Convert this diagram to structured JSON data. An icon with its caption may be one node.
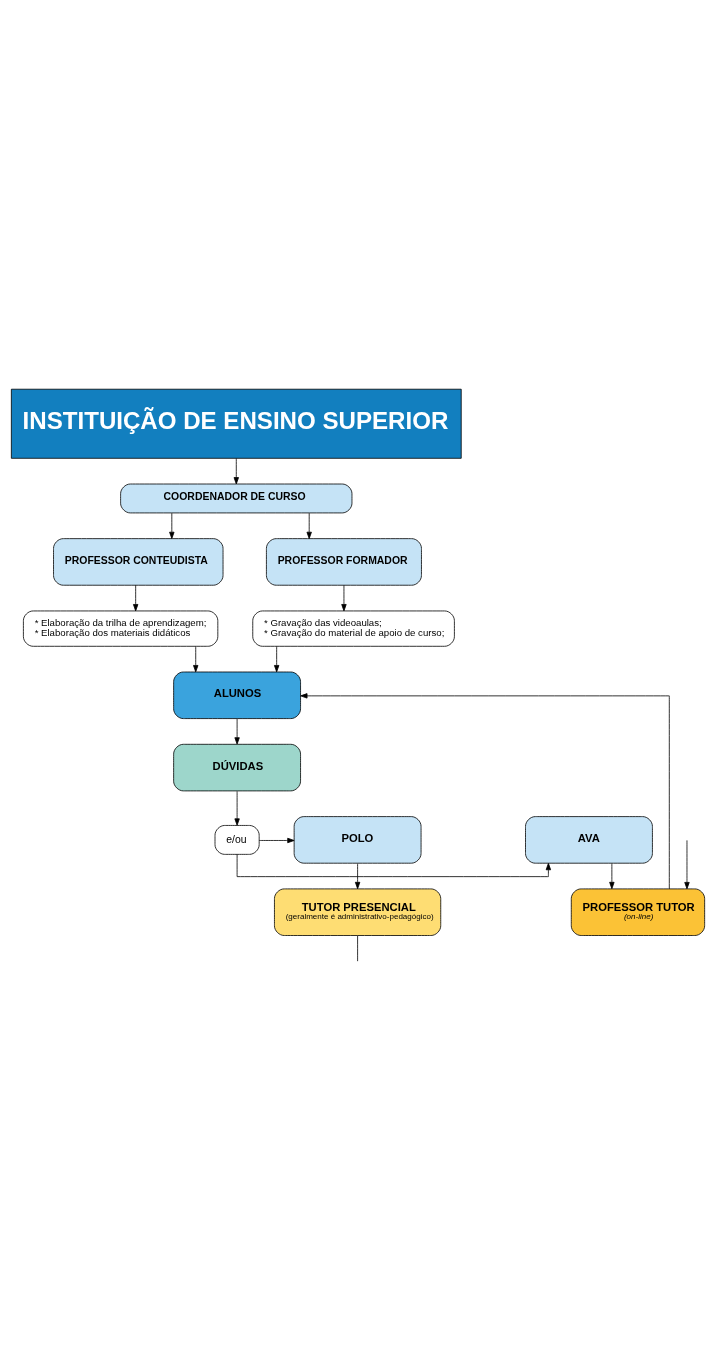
{
  "diagram": {
    "nodes": [
      {
        "text": [
          "INSTITUIÇÃO DE ENSINO SUPERIOR"
        ]
      },
      {
        "text": [
          "COORDENADOR DE CURSO"
        ]
      },
      {
        "text": [
          "PROFESSOR CONTEUDISTA"
        ]
      },
      {
        "text": [
          "PROFESSOR FORMADOR"
        ]
      },
      {
        "text": [
          "* Elaboração da trilha de aprendizagem;",
          "* Elaboração dos materiais didáticos"
        ]
      },
      {
        "text": [
          "* Gravação das videoaulas;",
          "* Gravação do material de apoio de curso;"
        ]
      },
      {
        "text": [
          "ALUNOS"
        ]
      },
      {
        "text": [
          "DÚVIDAS"
        ]
      },
      {
        "text": [
          "AVA"
        ]
      },
      {
        "text": [
          "e/ou"
        ]
      },
      {
        "text": [
          "POLO"
        ]
      },
      {
        "text": [
          "PROFESSOR TUTOR",
          "(on-line)"
        ]
      },
      {
        "text": [
          "TUTOR PRESENCIAL",
          "(geralmente é administrativo-pedagógico)"
        ]
      }
    ],
    "edges": [
      {
        "from": 0,
        "to": 1,
        "arrow": "to"
      },
      {
        "from": 1,
        "to": 2,
        "arrow": "to"
      },
      {
        "from": 1,
        "to": 3,
        "arrow": "to"
      },
      {
        "from": 2,
        "to": 4,
        "arrow": "to"
      },
      {
        "from": 3,
        "to": 5,
        "arrow": "to"
      },
      {
        "from": 4,
        "to": 6,
        "arrow": "to"
      },
      {
        "from": 5,
        "to": 6,
        "arrow": "to"
      },
      {
        "from": 6,
        "to": 7,
        "arrow": "to"
      },
      {
        "from": 7,
        "to": 9,
        "arrow": "to"
      },
      {
        "from": 9,
        "to": 8,
        "arrow": "to"
      },
      {
        "from": 9,
        "to": 10,
        "arrow": "to"
      },
      {
        "from": 8,
        "to": 11,
        "arrow": "to"
      },
      {
        "from": 10,
        "to": 12,
        "arrow": "to"
      },
      {
        "from": 11,
        "to": 6,
        "arrow": "to"
      },
      {
        "from": null,
        "to": 11,
        "arrow": "to"
      },
      {
        "from": 12,
        "to": null,
        "arrow": "none"
      }
    ]
  }
}
